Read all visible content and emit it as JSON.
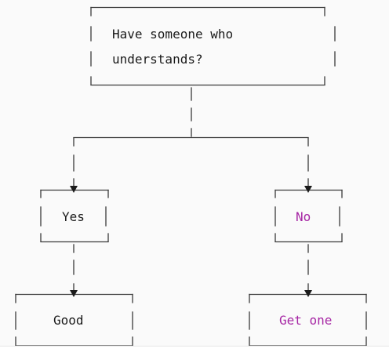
{
  "diagram": {
    "question": {
      "line1": "Have someone who",
      "line2": "understands?"
    },
    "branch_yes": {
      "label": "Yes",
      "result": "Good"
    },
    "branch_no": {
      "label": "No",
      "result": "Get one"
    }
  },
  "colors": {
    "line": "#3a3a3a",
    "text": "#1a1a1a",
    "highlight": "#a626a4",
    "background": "#fafafa"
  }
}
